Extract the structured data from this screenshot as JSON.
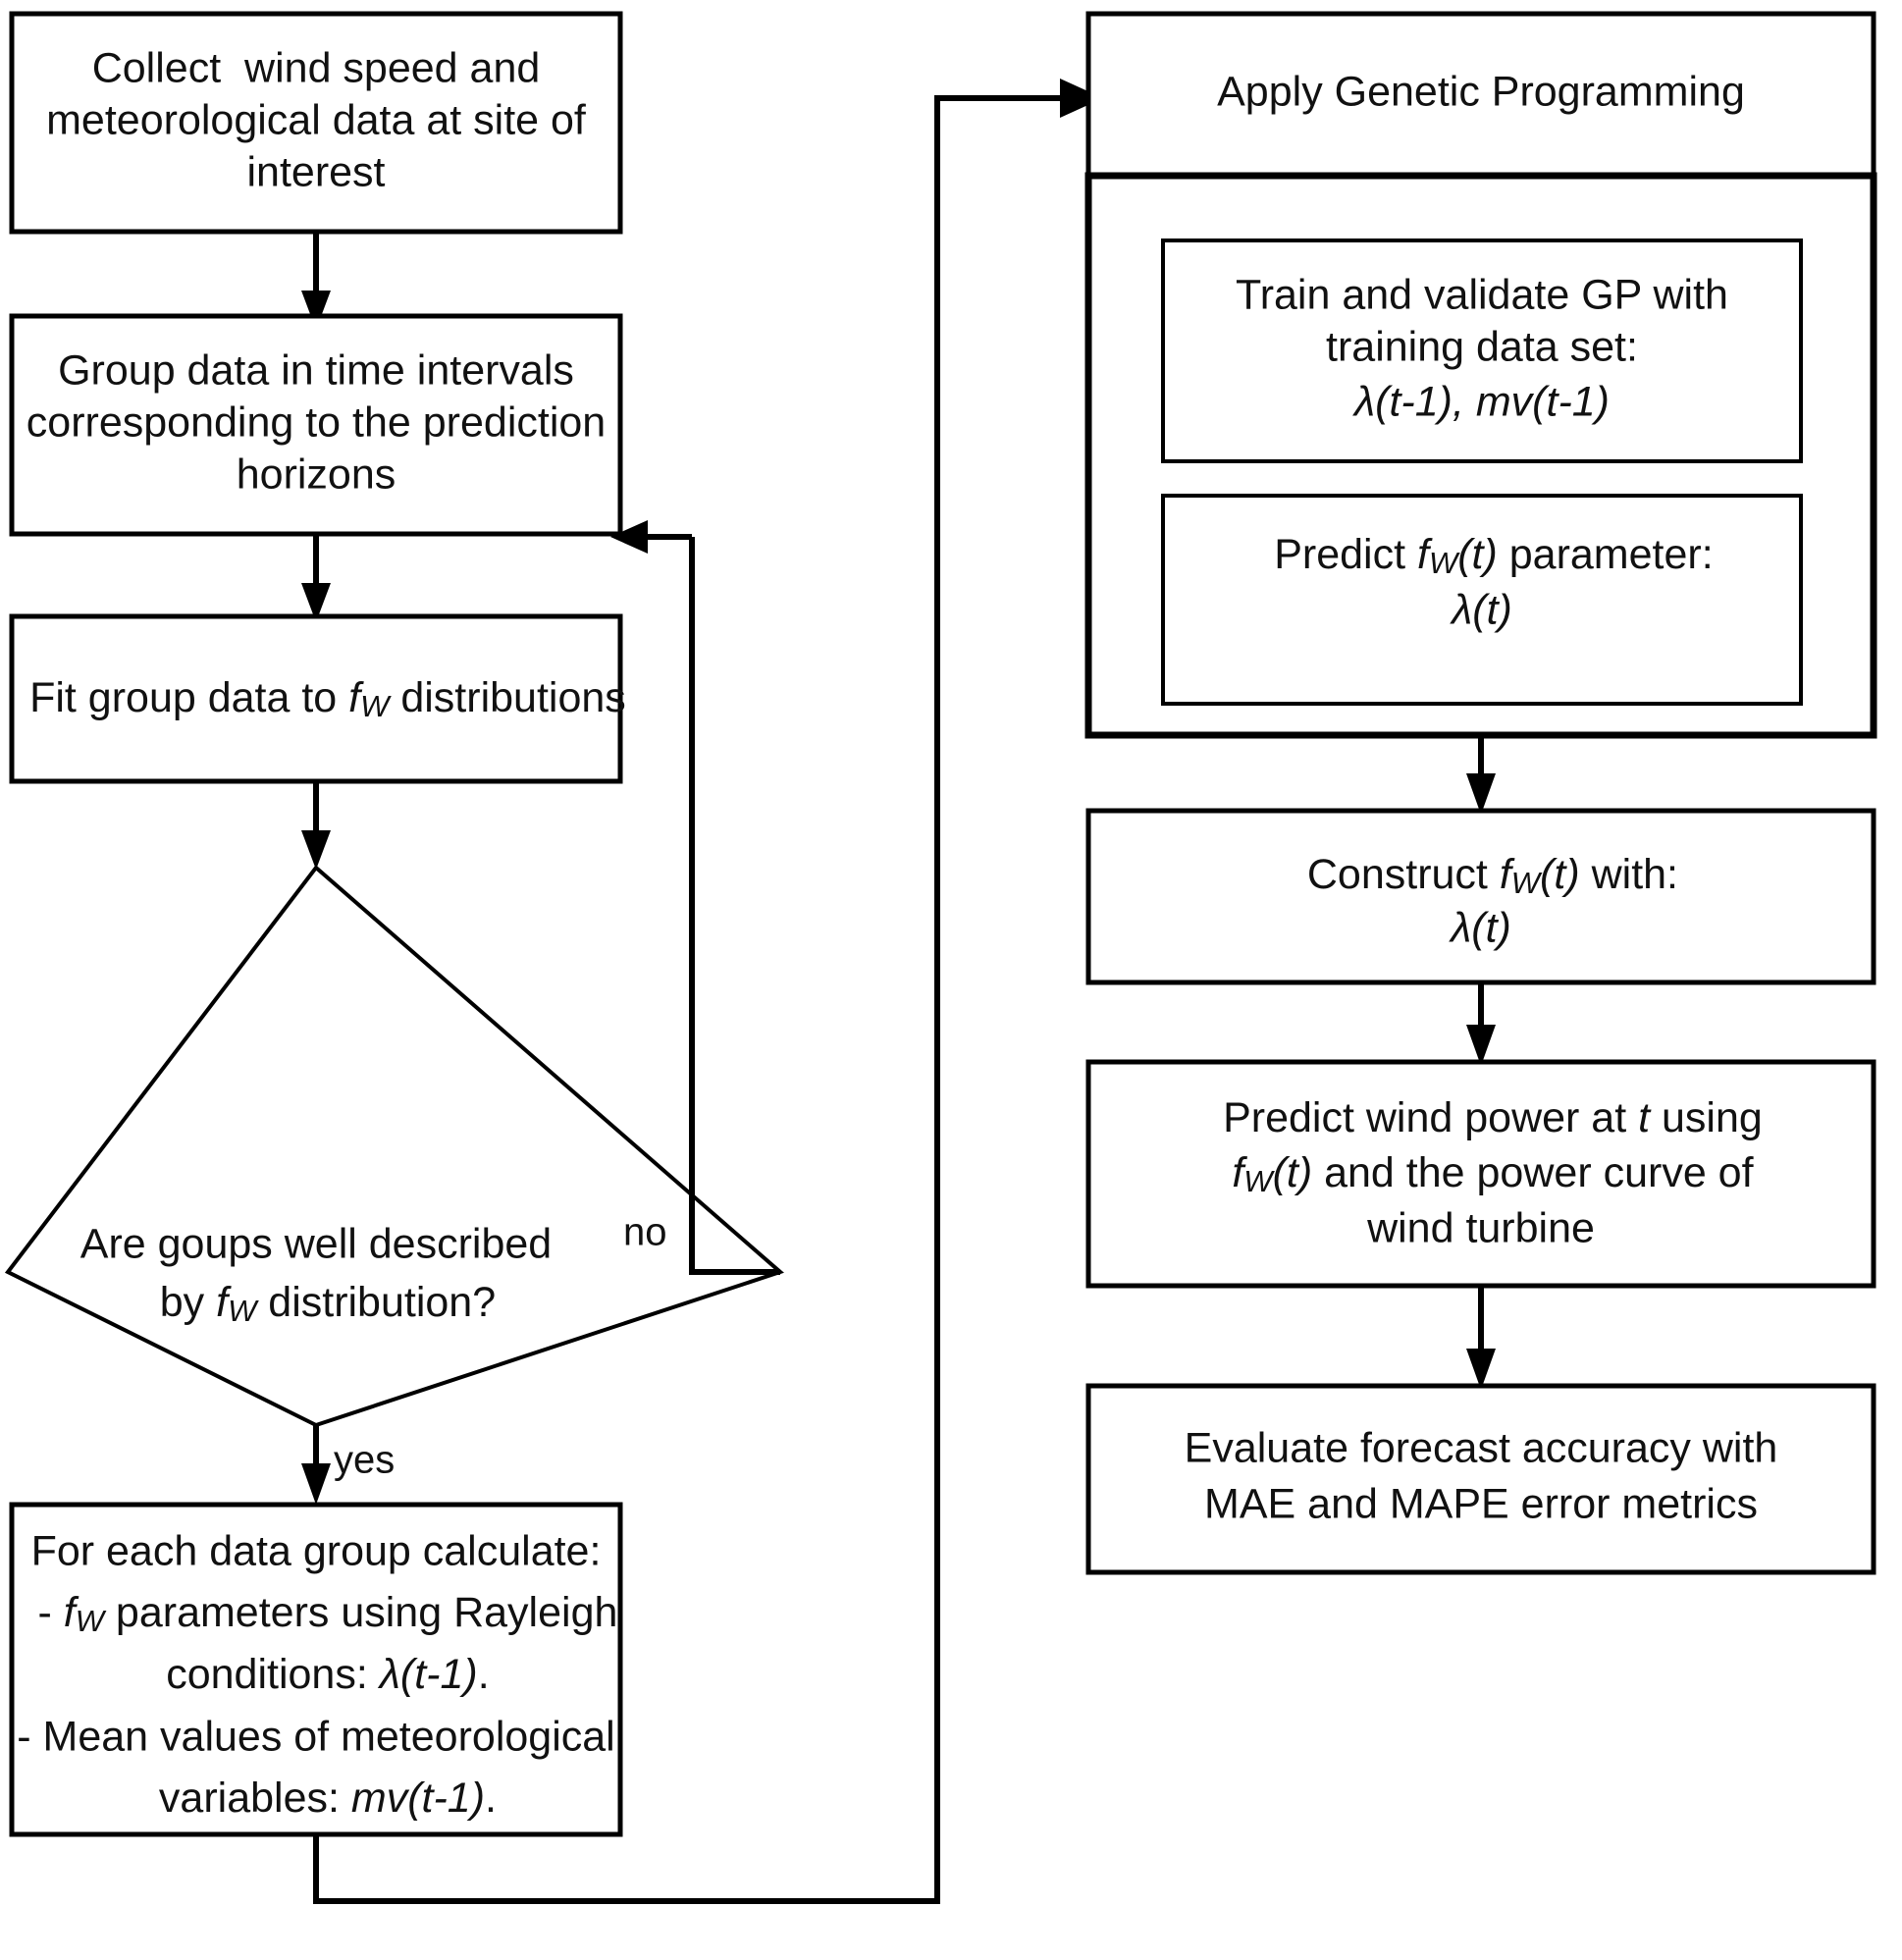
{
  "diagram": {
    "title": "Wind power forecasting methodology flowchart",
    "type": "flowchart",
    "background_color": "#ffffff",
    "line_color": "#000000",
    "text_color": "#111111"
  },
  "nodes": {
    "collect_data": {
      "id": "collect-data",
      "shape": "process",
      "lines": [
        "Collect  wind speed and",
        "meteorological data at site of",
        "interest"
      ]
    },
    "group_data": {
      "id": "group-data",
      "shape": "process",
      "lines": [
        "Group data in time intervals",
        "corresponding to the prediction",
        "horizons"
      ]
    },
    "fit_group": {
      "id": "fit-group-data",
      "shape": "process",
      "lines": [
        "Fit group data to f_W distributions"
      ],
      "line_parts": [
        [
          {
            "t": "Fit group data to ",
            "s": "n"
          },
          {
            "t": "f",
            "s": "i"
          },
          {
            "t": "W",
            "s": "sub"
          },
          {
            "t": " distributions",
            "s": "n"
          }
        ]
      ]
    },
    "decision": {
      "id": "groups-well-described-decision",
      "shape": "decision",
      "lines": [
        "Are goups well described",
        "by f_W distribution?"
      ],
      "line_parts": [
        [
          {
            "t": "Are goups well described",
            "s": "n"
          }
        ],
        [
          {
            "t": "by ",
            "s": "n"
          },
          {
            "t": "f",
            "s": "i"
          },
          {
            "t": "W",
            "s": "sub"
          },
          {
            "t": " distribution?",
            "s": "n"
          }
        ]
      ]
    },
    "for_each_group": {
      "id": "for-each-data-group",
      "shape": "process",
      "lines": [
        "For each data group calculate:",
        "- f_W parameters using Rayleigh",
        "conditions: λ(t-1).",
        "- Mean values of meteorological",
        "variables: mv(t-1)."
      ],
      "line_parts": [
        [
          {
            "t": "For each data group calculate:",
            "s": "n"
          }
        ],
        [
          {
            "t": "- ",
            "s": "n"
          },
          {
            "t": "f",
            "s": "i"
          },
          {
            "t": "W",
            "s": "sub"
          },
          {
            "t": " parameters using Rayleigh",
            "s": "n"
          }
        ],
        [
          {
            "t": "conditions: ",
            "s": "n"
          },
          {
            "t": "λ(t-1)",
            "s": "i"
          },
          {
            "t": ".",
            "s": "n"
          }
        ],
        [
          {
            "t": "- Mean values of meteorological",
            "s": "n"
          }
        ],
        [
          {
            "t": "variables: ",
            "s": "n"
          },
          {
            "t": "mv(t-1)",
            "s": "i"
          },
          {
            "t": ".",
            "s": "n"
          }
        ]
      ]
    },
    "apply_gp": {
      "id": "apply-genetic-programming",
      "shape": "process-header",
      "lines": [
        "Apply Genetic Programming"
      ]
    },
    "train_validate": {
      "id": "train-validate-gp",
      "shape": "process",
      "lines": [
        "Train and validate GP with",
        "training data set:",
        "λ(t-1), mv(t-1)"
      ],
      "line_parts": [
        [
          {
            "t": "Train and validate GP with",
            "s": "n"
          }
        ],
        [
          {
            "t": "training data set:",
            "s": "n"
          }
        ],
        [
          {
            "t": "λ(t-1), mv(t-1)",
            "s": "i"
          }
        ]
      ]
    },
    "predict_param": {
      "id": "predict-fw-parameter",
      "shape": "process",
      "lines": [
        "Predict f_W(t) parameter:",
        "λ(t)"
      ],
      "line_parts": [
        [
          {
            "t": "Predict ",
            "s": "n"
          },
          {
            "t": "f",
            "s": "i"
          },
          {
            "t": "W",
            "s": "sub"
          },
          {
            "t": "(t)",
            "s": "i"
          },
          {
            "t": " parameter:",
            "s": "n"
          }
        ],
        [
          {
            "t": "λ(t)",
            "s": "i"
          }
        ]
      ]
    },
    "construct_fw": {
      "id": "construct-fw",
      "shape": "process",
      "lines": [
        "Construct f_W(t) with:",
        "λ(t)"
      ],
      "line_parts": [
        [
          {
            "t": "Construct ",
            "s": "n"
          },
          {
            "t": "f",
            "s": "i"
          },
          {
            "t": "W",
            "s": "sub"
          },
          {
            "t": "(t)",
            "s": "i"
          },
          {
            "t": " with:",
            "s": "n"
          }
        ],
        [
          {
            "t": "λ(t)",
            "s": "i"
          }
        ]
      ]
    },
    "predict_power": {
      "id": "predict-wind-power",
      "shape": "process",
      "lines": [
        "Predict wind power at t using",
        "f_W(t) and the power curve of",
        "wind turbine"
      ],
      "line_parts": [
        [
          {
            "t": "Predict wind power at ",
            "s": "n"
          },
          {
            "t": "t",
            "s": "i"
          },
          {
            "t": " using",
            "s": "n"
          }
        ],
        [
          {
            "t": "f",
            "s": "i"
          },
          {
            "t": "W",
            "s": "sub"
          },
          {
            "t": "(t)",
            "s": "i"
          },
          {
            "t": " and the power curve of",
            "s": "n"
          }
        ],
        [
          {
            "t": "wind turbine",
            "s": "n"
          }
        ]
      ]
    },
    "evaluate": {
      "id": "evaluate-forecast-accuracy",
      "shape": "process",
      "lines": [
        "Evaluate forecast accuracy with",
        "MAE and MAPE error metrics"
      ]
    }
  },
  "edge_labels": {
    "no": "no",
    "yes": "yes"
  },
  "edges": [
    {
      "from": "collect_data",
      "to": "group_data",
      "label": ""
    },
    {
      "from": "group_data",
      "to": "fit_group",
      "label": ""
    },
    {
      "from": "fit_group",
      "to": "decision",
      "label": ""
    },
    {
      "from": "decision",
      "to": "group_data",
      "label": "no"
    },
    {
      "from": "decision",
      "to": "for_each_group",
      "label": "yes"
    },
    {
      "from": "for_each_group",
      "to": "apply_gp",
      "label": ""
    },
    {
      "from": "apply_gp",
      "to": "construct_fw",
      "label": ""
    },
    {
      "from": "construct_fw",
      "to": "predict_power",
      "label": ""
    },
    {
      "from": "predict_power",
      "to": "evaluate",
      "label": ""
    }
  ]
}
